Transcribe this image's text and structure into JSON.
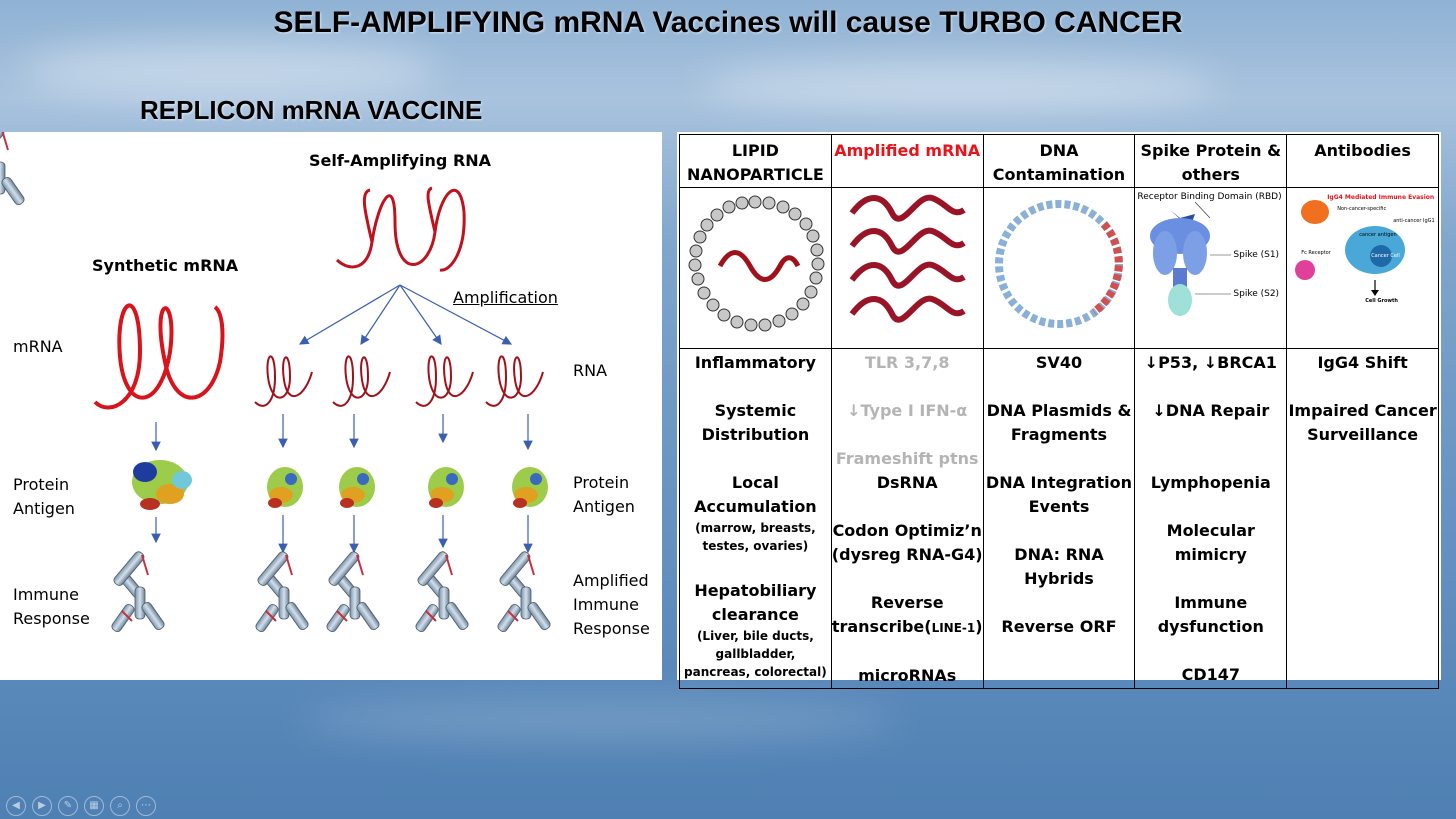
{
  "title": "SELF-AMPLIFYING mRNA Vaccines will cause TURBO CANCER",
  "subtitle": "REPLICON mRNA VACCINE",
  "diagram": {
    "self_amplifying_label": "Self-Amplifying RNA",
    "synthetic_label": "Synthetic mRNA",
    "amplification_label": "Amplification",
    "left_labels": {
      "mrna": "mRNA",
      "protein_l1": "Protein",
      "protein_l2": "Antigen",
      "immune_l1": "Immune",
      "immune_l2": "Response"
    },
    "right_labels": {
      "rna": "RNA",
      "protein_l1": "Protein",
      "protein_l2": "Antigen",
      "immune_l1": "Amplified",
      "immune_l2": "Immune",
      "immune_l3": "Response"
    }
  },
  "table": {
    "headers": [
      {
        "l1": "LIPID",
        "l2": "NANOPARTICLE",
        "color": "#000000"
      },
      {
        "l1": "Amplified mRNA",
        "l2": "",
        "color": "#e8141c"
      },
      {
        "l1": "DNA",
        "l2": "Contamination",
        "color": "#000000"
      },
      {
        "l1": "Spike Protein &",
        "l2": "others",
        "color": "#000000"
      },
      {
        "l1": "Antibodies",
        "l2": "",
        "color": "#000000"
      }
    ],
    "image_captions": {
      "rbd": "Receptor Binding Domain (RBD)",
      "s1": "Spike (S1)",
      "s2": "Spike (S2)",
      "igg4_title": "IgG4 Mediated Immune Evasion",
      "fc_receptor": "Fc Receptor",
      "cancer_cell": "Cancer Cell",
      "cell_growth": "Cell Growth",
      "anti_cancer": "anti-cancer IgG1",
      "cancer_antigen": "cancer antigen",
      "noncancer": "Non-cancer-specific"
    },
    "col1": {
      "a": "Inflammatory",
      "b1": "Systemic",
      "b2": "Distribution",
      "c1": "Local",
      "c2": "Accumulation",
      "c3": "(marrow, breasts,",
      "c4": "testes, ovaries)",
      "d1": "Hepatobiliary",
      "d2": "clearance",
      "d3": "(Liver, bile ducts,",
      "d4": "gallbladder,",
      "d5": "pancreas, colorectal)"
    },
    "col2": {
      "a": "TLR 3,7,8",
      "b": "↓Type I IFN-α",
      "c": "Frameshift ptns",
      "d": "DsRNA",
      "e1": "Codon Optimiz’n",
      "e2": "(dysreg RNA-G4)",
      "f1": "Reverse",
      "f2": "transcribe(",
      "f2s": "LINE-1",
      "f2e": ")",
      "g": "microRNAs"
    },
    "col3": {
      "a": "SV40",
      "b1": "DNA Plasmids &",
      "b2": "Fragments",
      "c1": "DNA Integration",
      "c2": "Events",
      "d1": "DNA: RNA",
      "d2": "Hybrids",
      "e": "Reverse ORF"
    },
    "col4": {
      "a": "↓P53, ↓BRCA1",
      "b": "↓DNA Repair",
      "c": "Lymphopenia",
      "d1": "Molecular",
      "d2": "mimicry",
      "e1": "Immune",
      "e2": "dysfunction",
      "f": "CD147"
    },
    "col5": {
      "a": "IgG4 Shift",
      "b1": "Impaired Cancer",
      "b2": "Surveillance"
    }
  },
  "controls": [
    {
      "name": "previous-slide-icon",
      "glyph": "◀"
    },
    {
      "name": "next-slide-icon",
      "glyph": "▶"
    },
    {
      "name": "pen-icon",
      "glyph": "✎"
    },
    {
      "name": "slides-grid-icon",
      "glyph": "▦"
    },
    {
      "name": "zoom-icon",
      "glyph": "⌕"
    },
    {
      "name": "more-options-icon",
      "glyph": "⋯"
    }
  ],
  "colors": {
    "rna_red": "#c0121c",
    "arrow_blue": "#3a5fb0",
    "dark_red": "#8b0f1e"
  }
}
